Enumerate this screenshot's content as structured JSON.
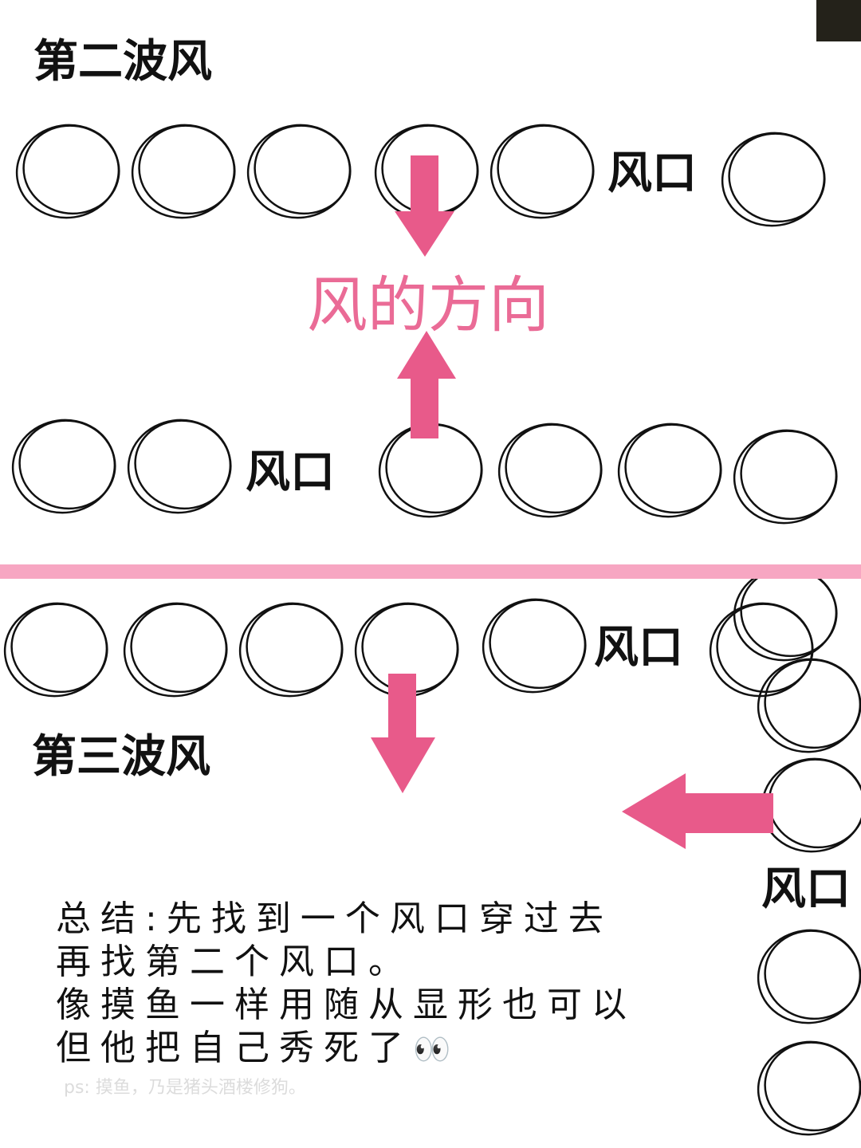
{
  "headings": {
    "wave2": "第二波风",
    "wave3": "第三波风"
  },
  "wind_direction": "风的方向",
  "gap_labels": [
    "风口",
    "风口",
    "风口",
    "风口"
  ],
  "summary_lines": [
    "总结:先找到一个风口穿过去",
    "再找第二个风口。",
    "像摸鱼一样用随从显形也可以",
    "但他把自己秀死了"
  ],
  "summary_emoji": "👀",
  "ps_note": "ps: 摸鱼，乃是猪头酒楼修狗。",
  "colors": {
    "arrow": "#e85a8a",
    "divider": "#f7a6c2",
    "text": "#111111"
  }
}
